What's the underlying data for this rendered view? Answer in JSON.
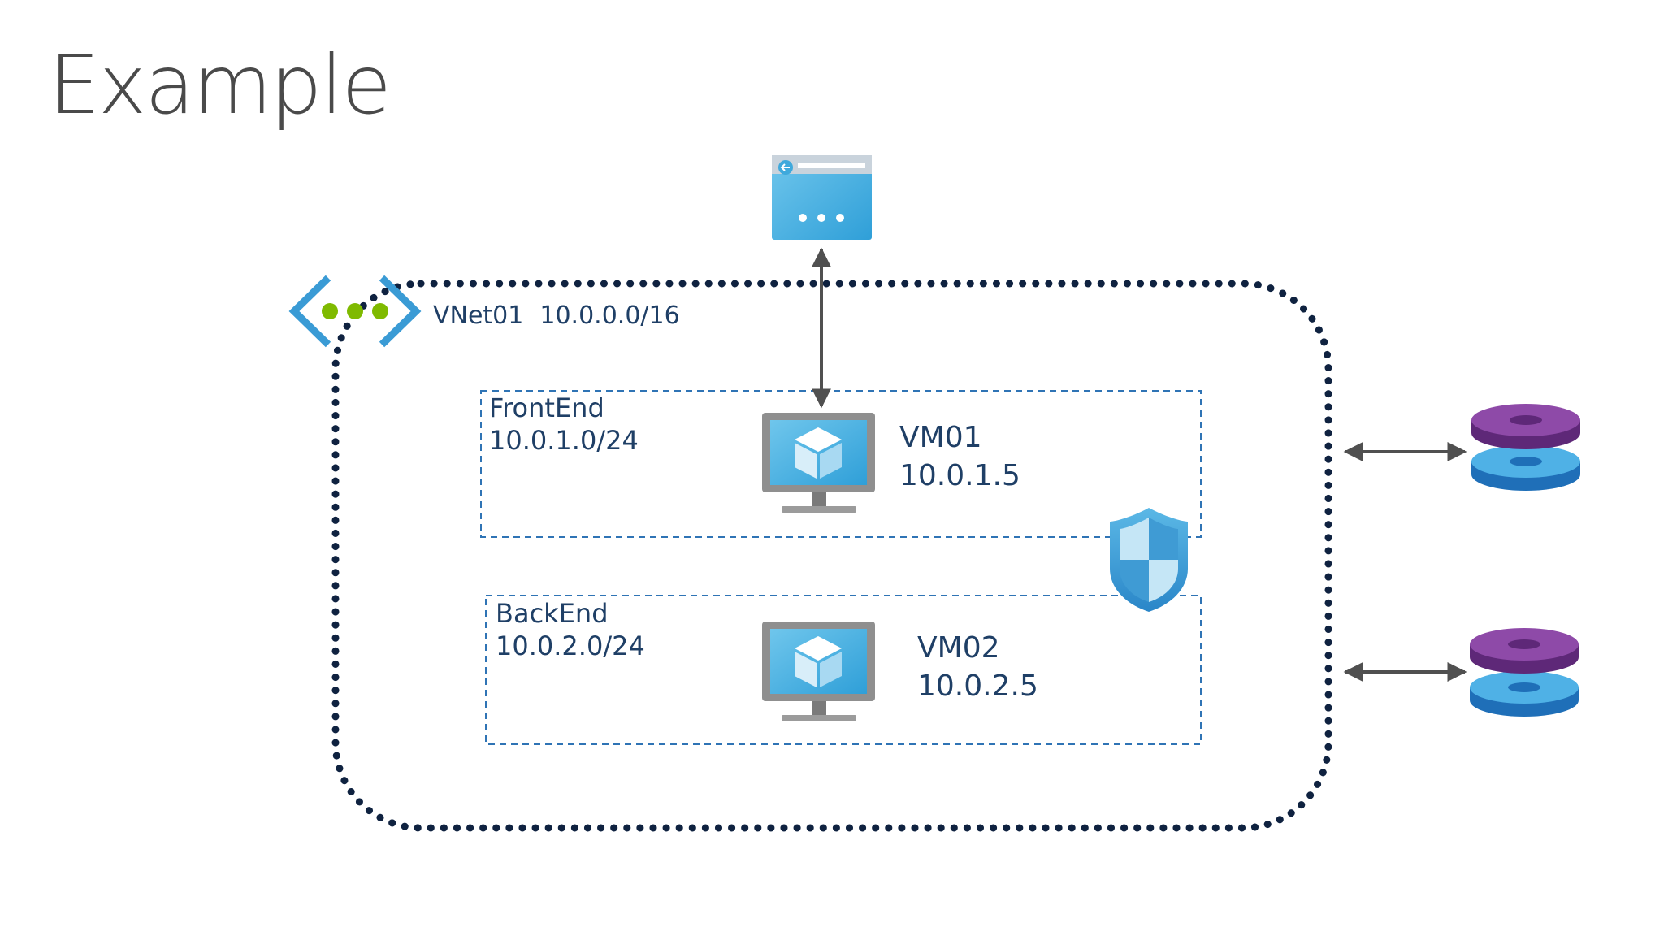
{
  "slide": {
    "title": "Example"
  },
  "vnet": {
    "name": "VNet01",
    "address_space": "10.0.0.0/16",
    "icon": "virtual-network-icon"
  },
  "subnets": [
    {
      "name": "FrontEnd",
      "prefix": "10.0.1.0/24",
      "vm": {
        "name": "VM01",
        "ip": "10.0.1.5",
        "icon": "virtual-machine-icon"
      }
    },
    {
      "name": "BackEnd",
      "prefix": "10.0.2.0/24",
      "vm": {
        "name": "VM02",
        "ip": "10.0.2.5",
        "icon": "virtual-machine-icon"
      }
    }
  ],
  "external": {
    "web_app_icon": "web-app-icon",
    "nsg_icon": "shield-icon",
    "storage_icons": [
      "storage-disk-icon",
      "storage-disk-icon"
    ]
  },
  "colors": {
    "title": "#4a4a4a",
    "label": "#1f3f66",
    "vnet_border": "#0f2240",
    "subnet_border": "#2f74b5",
    "azure_blue": "#3fa9dc",
    "disk_purple": "#7a3b96",
    "disk_blue": "#2a8fd6",
    "vnet_dots": "#7fba00"
  }
}
